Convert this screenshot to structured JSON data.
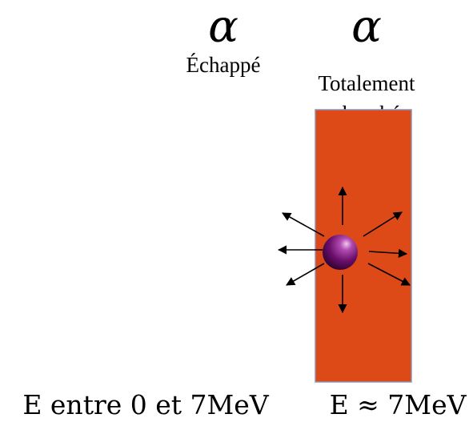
{
  "symbols": {
    "alpha_left": "α",
    "alpha_right": "α"
  },
  "labels": {
    "escaped": "Échappé",
    "absorbed_line1": "Totalement",
    "absorbed_line2": "absorbé"
  },
  "energy": {
    "left": "E entre 0 et 7MeV",
    "right": "E ≈ 7MeV"
  },
  "colors": {
    "slab_fill": "#DD4A17",
    "slab_border": "#8A93B5",
    "particle_core": "#6B0F6B",
    "particle_highlight": "#F3C8F3",
    "arrow": "#000000"
  }
}
